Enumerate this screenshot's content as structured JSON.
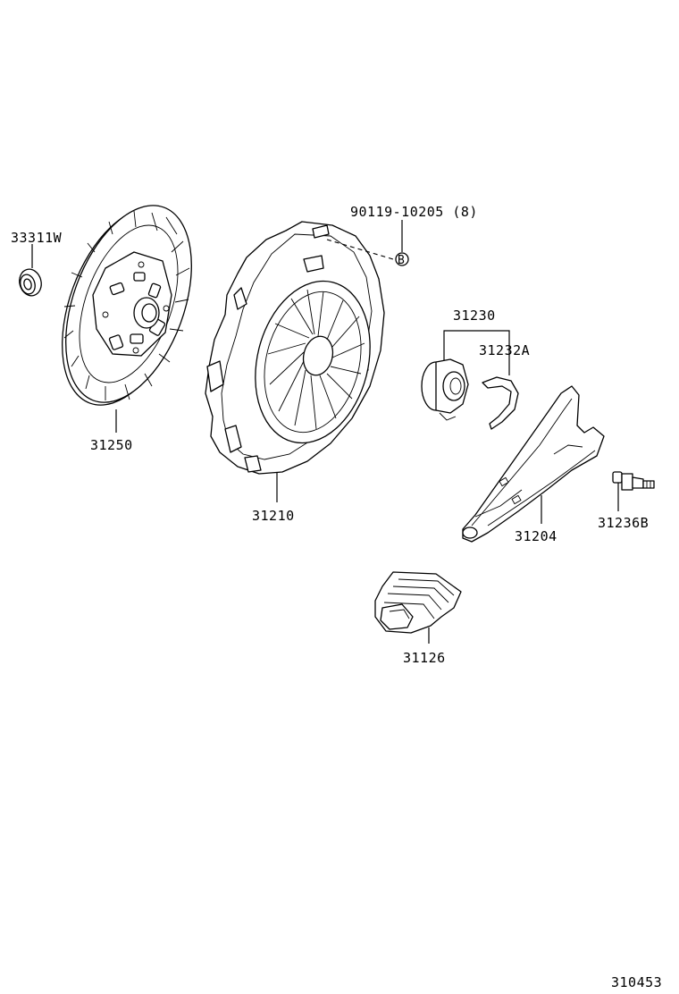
{
  "callouts": {
    "pilot_bearing": "33311W",
    "clutch_disc": "31250",
    "cover_bolt": "90119-10205 (8)",
    "bolt_marker": "B",
    "clutch_cover": "31210",
    "release_bearing": "31230",
    "release_clip": "31232A",
    "release_fork": "31204",
    "fork_support": "31236B",
    "fork_boot": "31126"
  },
  "figure_number": "310453"
}
